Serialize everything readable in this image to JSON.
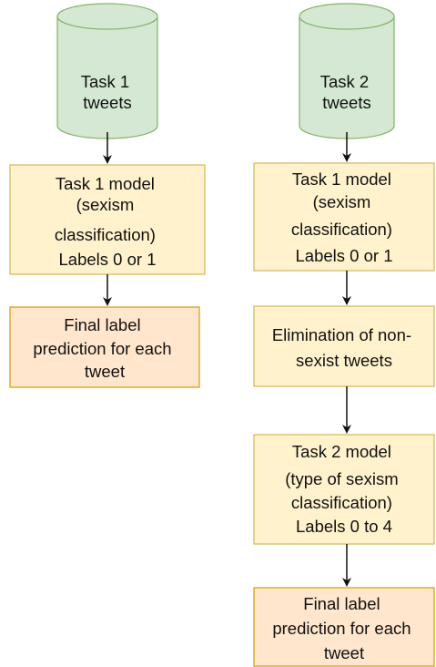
{
  "colors": {
    "db_fill": "#d5e8d4",
    "db_stroke": "#82b366",
    "model_fill": "#fff2cc",
    "model_stroke": "#d6b656",
    "final_fill": "#ffe6cc",
    "final_stroke": "#d79b00",
    "arrow": "#111111"
  },
  "left_flow": {
    "db": {
      "lines": [
        "Task 1",
        "tweets"
      ]
    },
    "model": {
      "lines": [
        "Task 1 model",
        "(sexism",
        "classification)",
        "Labels 0 or 1"
      ]
    },
    "final": {
      "lines": [
        "Final label",
        "prediction for each",
        "tweet"
      ]
    }
  },
  "right_flow": {
    "db": {
      "lines": [
        "Task 2",
        "tweets"
      ]
    },
    "model1": {
      "lines": [
        "Task 1 model",
        "(sexism",
        "classification)",
        "Labels 0 or 1"
      ]
    },
    "elimination": {
      "lines": [
        "Elimination of non-",
        "sexist tweets"
      ]
    },
    "model2": {
      "lines": [
        "Task 2 model",
        "(type of sexism",
        "classification)",
        "Labels 0 to 4"
      ]
    },
    "final": {
      "lines": [
        "Final label",
        "prediction for each",
        "tweet"
      ]
    }
  }
}
